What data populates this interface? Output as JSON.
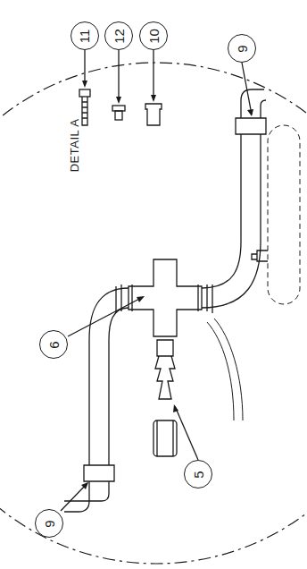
{
  "diagram": {
    "nodes": [
      {
        "text": [
          "11"
        ]
      },
      {
        "text": [
          "12"
        ]
      },
      {
        "text": [
          "10"
        ]
      },
      {
        "text": [
          "9"
        ]
      },
      {
        "text": [
          "6"
        ]
      },
      {
        "text": [
          "5"
        ]
      },
      {
        "text": [
          "9"
        ]
      }
    ],
    "labels": [
      "DETAIL A"
    ]
  }
}
